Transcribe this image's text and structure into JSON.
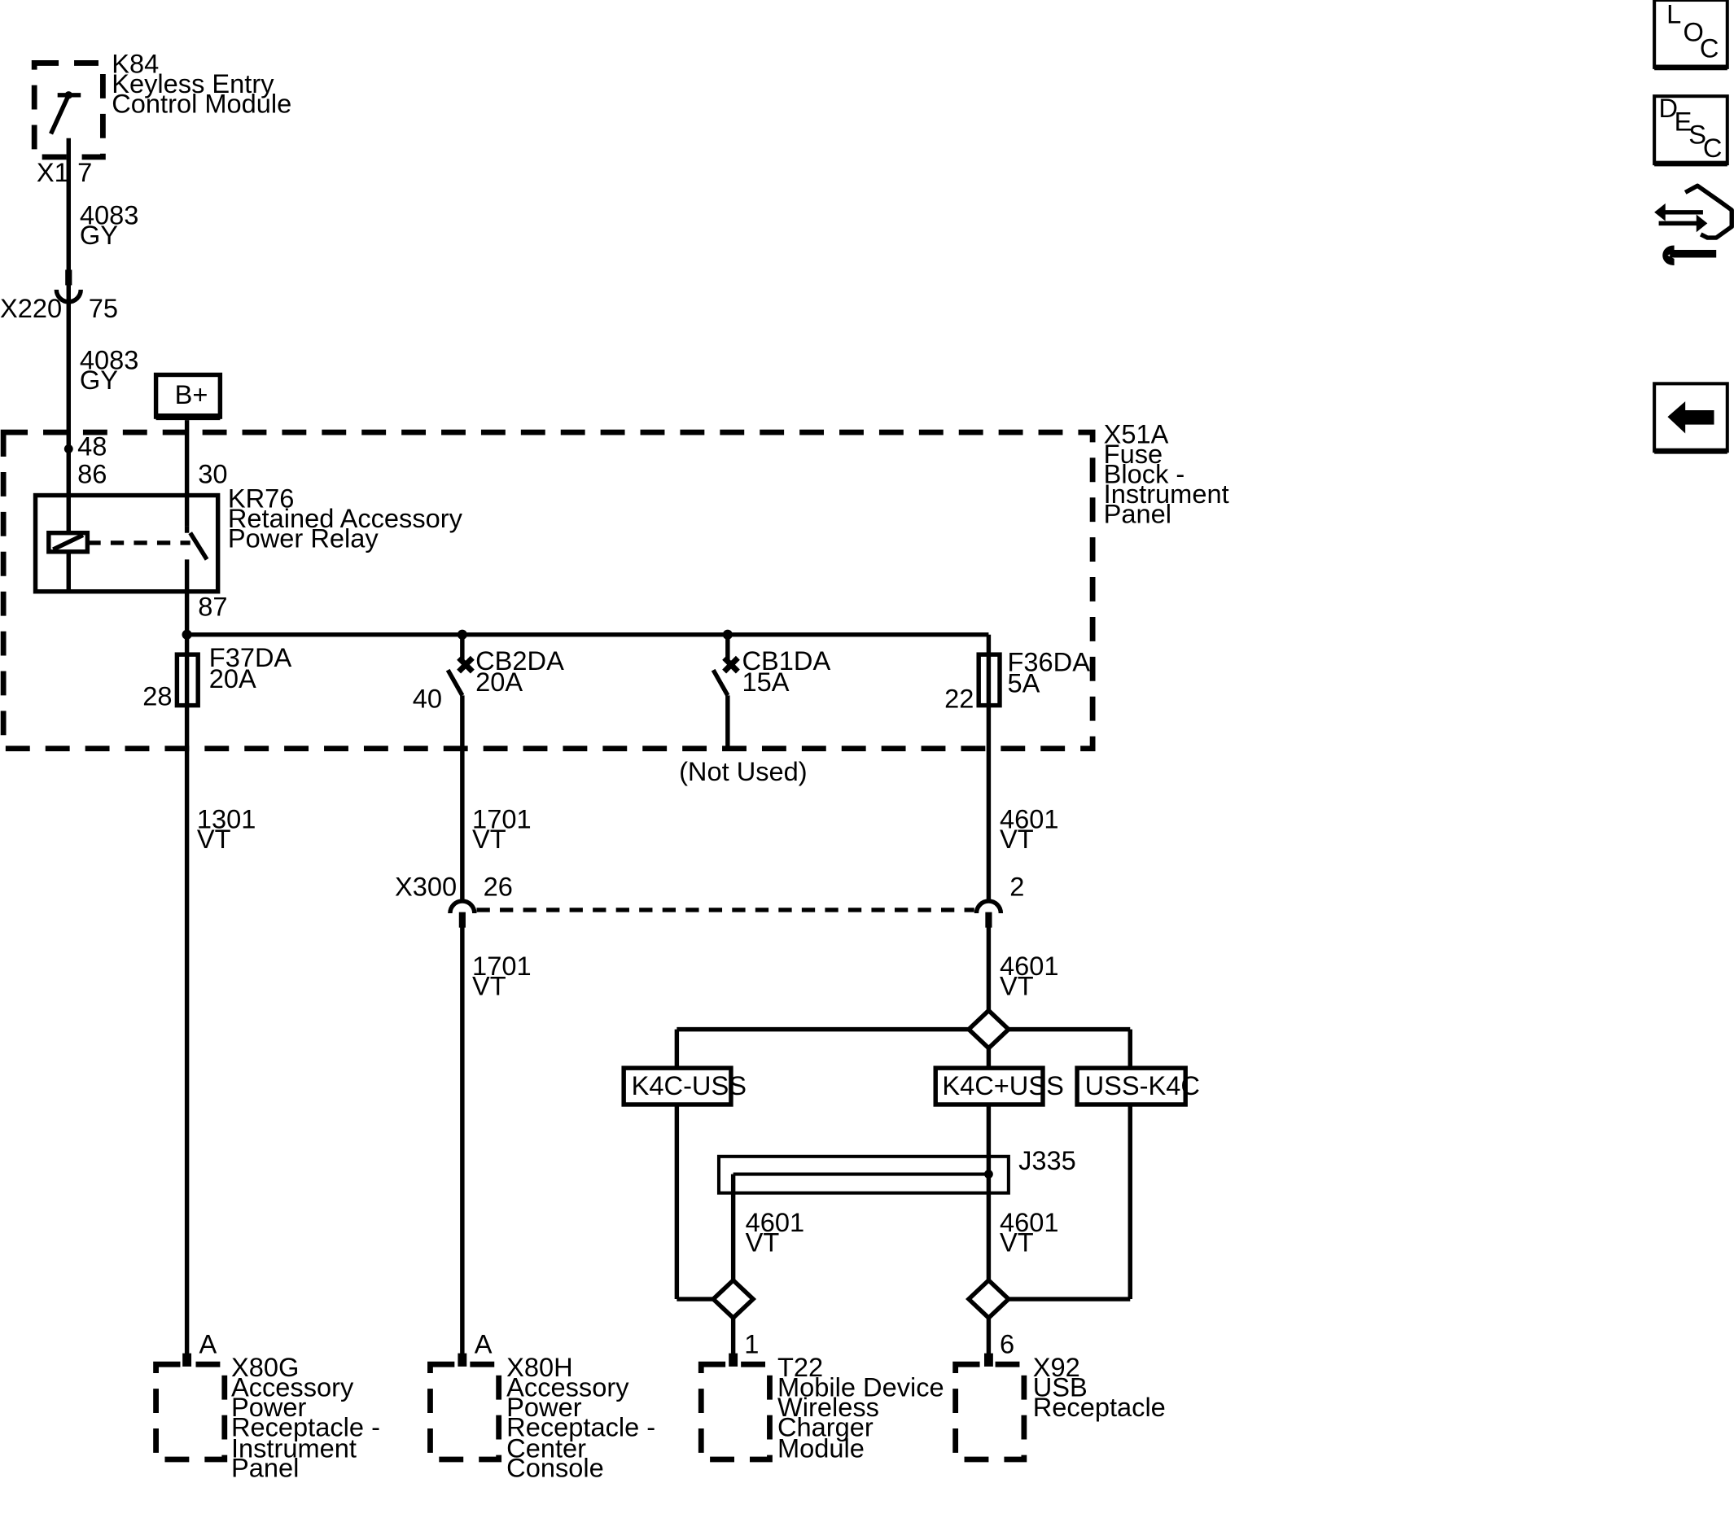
{
  "components": {
    "k84": {
      "ref": "K84",
      "line1": "Keyless Entry",
      "line2": "Control Module",
      "connector": "X1",
      "pin": "7"
    },
    "wire_4083_top": {
      "circuit": "4083",
      "color": "GY"
    },
    "x220": {
      "ref": "X220",
      "pin": "75"
    },
    "wire_4083_mid": {
      "circuit": "4083",
      "color": "GY"
    },
    "bplus": {
      "label": "B+"
    },
    "x51a": {
      "ref": "X51A",
      "line1": "Fuse",
      "line2": "Block -",
      "line3": "Instrument",
      "line4": "Panel"
    },
    "kr76": {
      "ref": "KR76",
      "line1": "Retained Accessory",
      "line2": "Power Relay",
      "pin86": "86",
      "pin30": "30",
      "pin87": "87",
      "pin48": "48"
    },
    "f37da": {
      "ref": "F37DA",
      "rating": "20A",
      "pin": "28"
    },
    "cb2da": {
      "ref": "CB2DA",
      "rating": "20A",
      "pin": "40"
    },
    "cb1da": {
      "ref": "CB1DA",
      "rating": "15A",
      "note": "(Not Used)"
    },
    "f36da": {
      "ref": "F36DA",
      "rating": "5A",
      "pin": "22"
    },
    "wire_1301": {
      "circuit": "1301",
      "color": "VT"
    },
    "wire_1701_top": {
      "circuit": "1701",
      "color": "VT"
    },
    "wire_4601_top": {
      "circuit": "4601",
      "color": "VT"
    },
    "x300": {
      "ref": "X300",
      "pin_a": "26",
      "pin_b": "2"
    },
    "wire_1701_bot": {
      "circuit": "1701",
      "color": "VT"
    },
    "wire_4601_mid": {
      "circuit": "4601",
      "color": "VT"
    },
    "options": {
      "k4c_minus_uss": "K4C-USS",
      "k4c_plus_uss": "K4C+USS",
      "uss_minus_k4c": "USS-K4C"
    },
    "j335": {
      "ref": "J335"
    },
    "wire_4601_left": {
      "circuit": "4601",
      "color": "VT"
    },
    "wire_4601_right": {
      "circuit": "4601",
      "color": "VT"
    },
    "x80g": {
      "pin": "A",
      "ref": "X80G",
      "line1": "Accessory",
      "line2": "Power",
      "line3": "Receptacle -",
      "line4": "Instrument",
      "line5": "Panel"
    },
    "x80h": {
      "pin": "A",
      "ref": "X80H",
      "line1": "Accessory",
      "line2": "Power",
      "line3": "Receptacle -",
      "line4": "Center",
      "line5": "Console"
    },
    "t22": {
      "pin": "1",
      "ref": "T22",
      "line1": "Mobile Device",
      "line2": "Wireless",
      "line3": "Charger",
      "line4": "Module"
    },
    "x92": {
      "pin": "6",
      "ref": "X92",
      "line1": "USB",
      "line2": "Receptacle"
    }
  },
  "sidebar": {
    "loc": {
      "l": "L",
      "o": "O",
      "c": "C"
    },
    "desc": {
      "d": "D",
      "e": "E",
      "s": "S",
      "c": "C"
    },
    "icons": {
      "connector_repair": "connector-repair-icon",
      "back": "back-arrow-icon"
    }
  }
}
